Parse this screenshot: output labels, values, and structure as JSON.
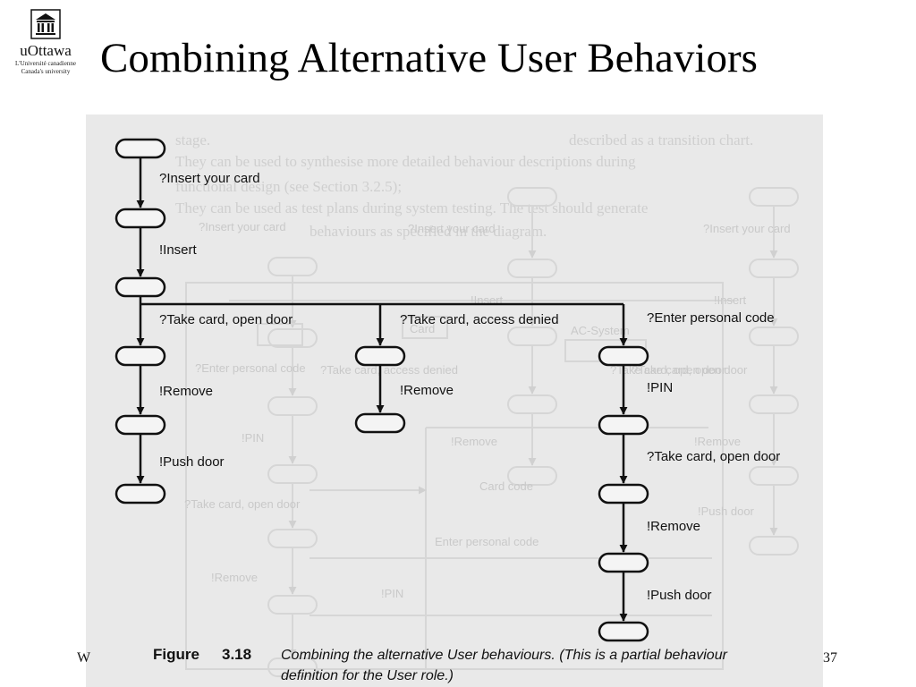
{
  "logo": {
    "name": "uOttawa",
    "line1": "L'Université canadienne",
    "line2": "Canada's university"
  },
  "slide": {
    "title": "Combining Alternative User Behaviors"
  },
  "diagram": {
    "labels": {
      "insert_card": "?Insert your card",
      "insert": "!Insert",
      "take_open": "?Take card, open door",
      "take_denied": "?Take card, access denied",
      "enter_code": "?Enter personal code",
      "remove_a": "!Remove",
      "remove_b": "!Remove",
      "pin": "!PIN",
      "push_a": "!Push door",
      "take_open_c": "?Take card, open door",
      "remove_c": "!Remove",
      "push_c": "!Push door"
    },
    "ghost_text": {
      "line1": "described as a transition chart.",
      "line2": "They can be used to synthesise more detailed behaviour descriptions during",
      "line3": "functional design (see Section 3.2.5);",
      "line4": "They can be used as test plans during system testing. The test should generate",
      "line5": "behaviours as specified in the diagram.",
      "stage": "stage."
    },
    "ghost_labels": {
      "insert_your_card_a": "?Insert your card",
      "insert_your_card_b": "?Insert your card",
      "insert_your_card_c": "?Insert your card",
      "insert_a": "!Insert",
      "insert_b": "!Insert",
      "card": "Card",
      "ac_system": "AC-System",
      "enter_personal_code": "?Enter personal code",
      "take_denied": "?Take card, access denied",
      "take_open_a": "?Take card, open door",
      "take_open_b": "?Take card, open door",
      "take_open_c": "?Take card, open door",
      "remove_a": "!Remove",
      "remove_b": "!Remove",
      "remove_c": "!Remove",
      "pin_a": "!PIN",
      "pin_b": "!PIN",
      "push_door": "!Push door",
      "card_code": "Card code",
      "enter_code": "Enter personal code"
    },
    "caption": {
      "figure": "Figure",
      "number": "3.18",
      "line1": "Combining the alternative User behaviours. (This is a partial behaviour",
      "line2": "definition for the User role.)"
    }
  },
  "footer": {
    "left": "W",
    "page": "37"
  }
}
